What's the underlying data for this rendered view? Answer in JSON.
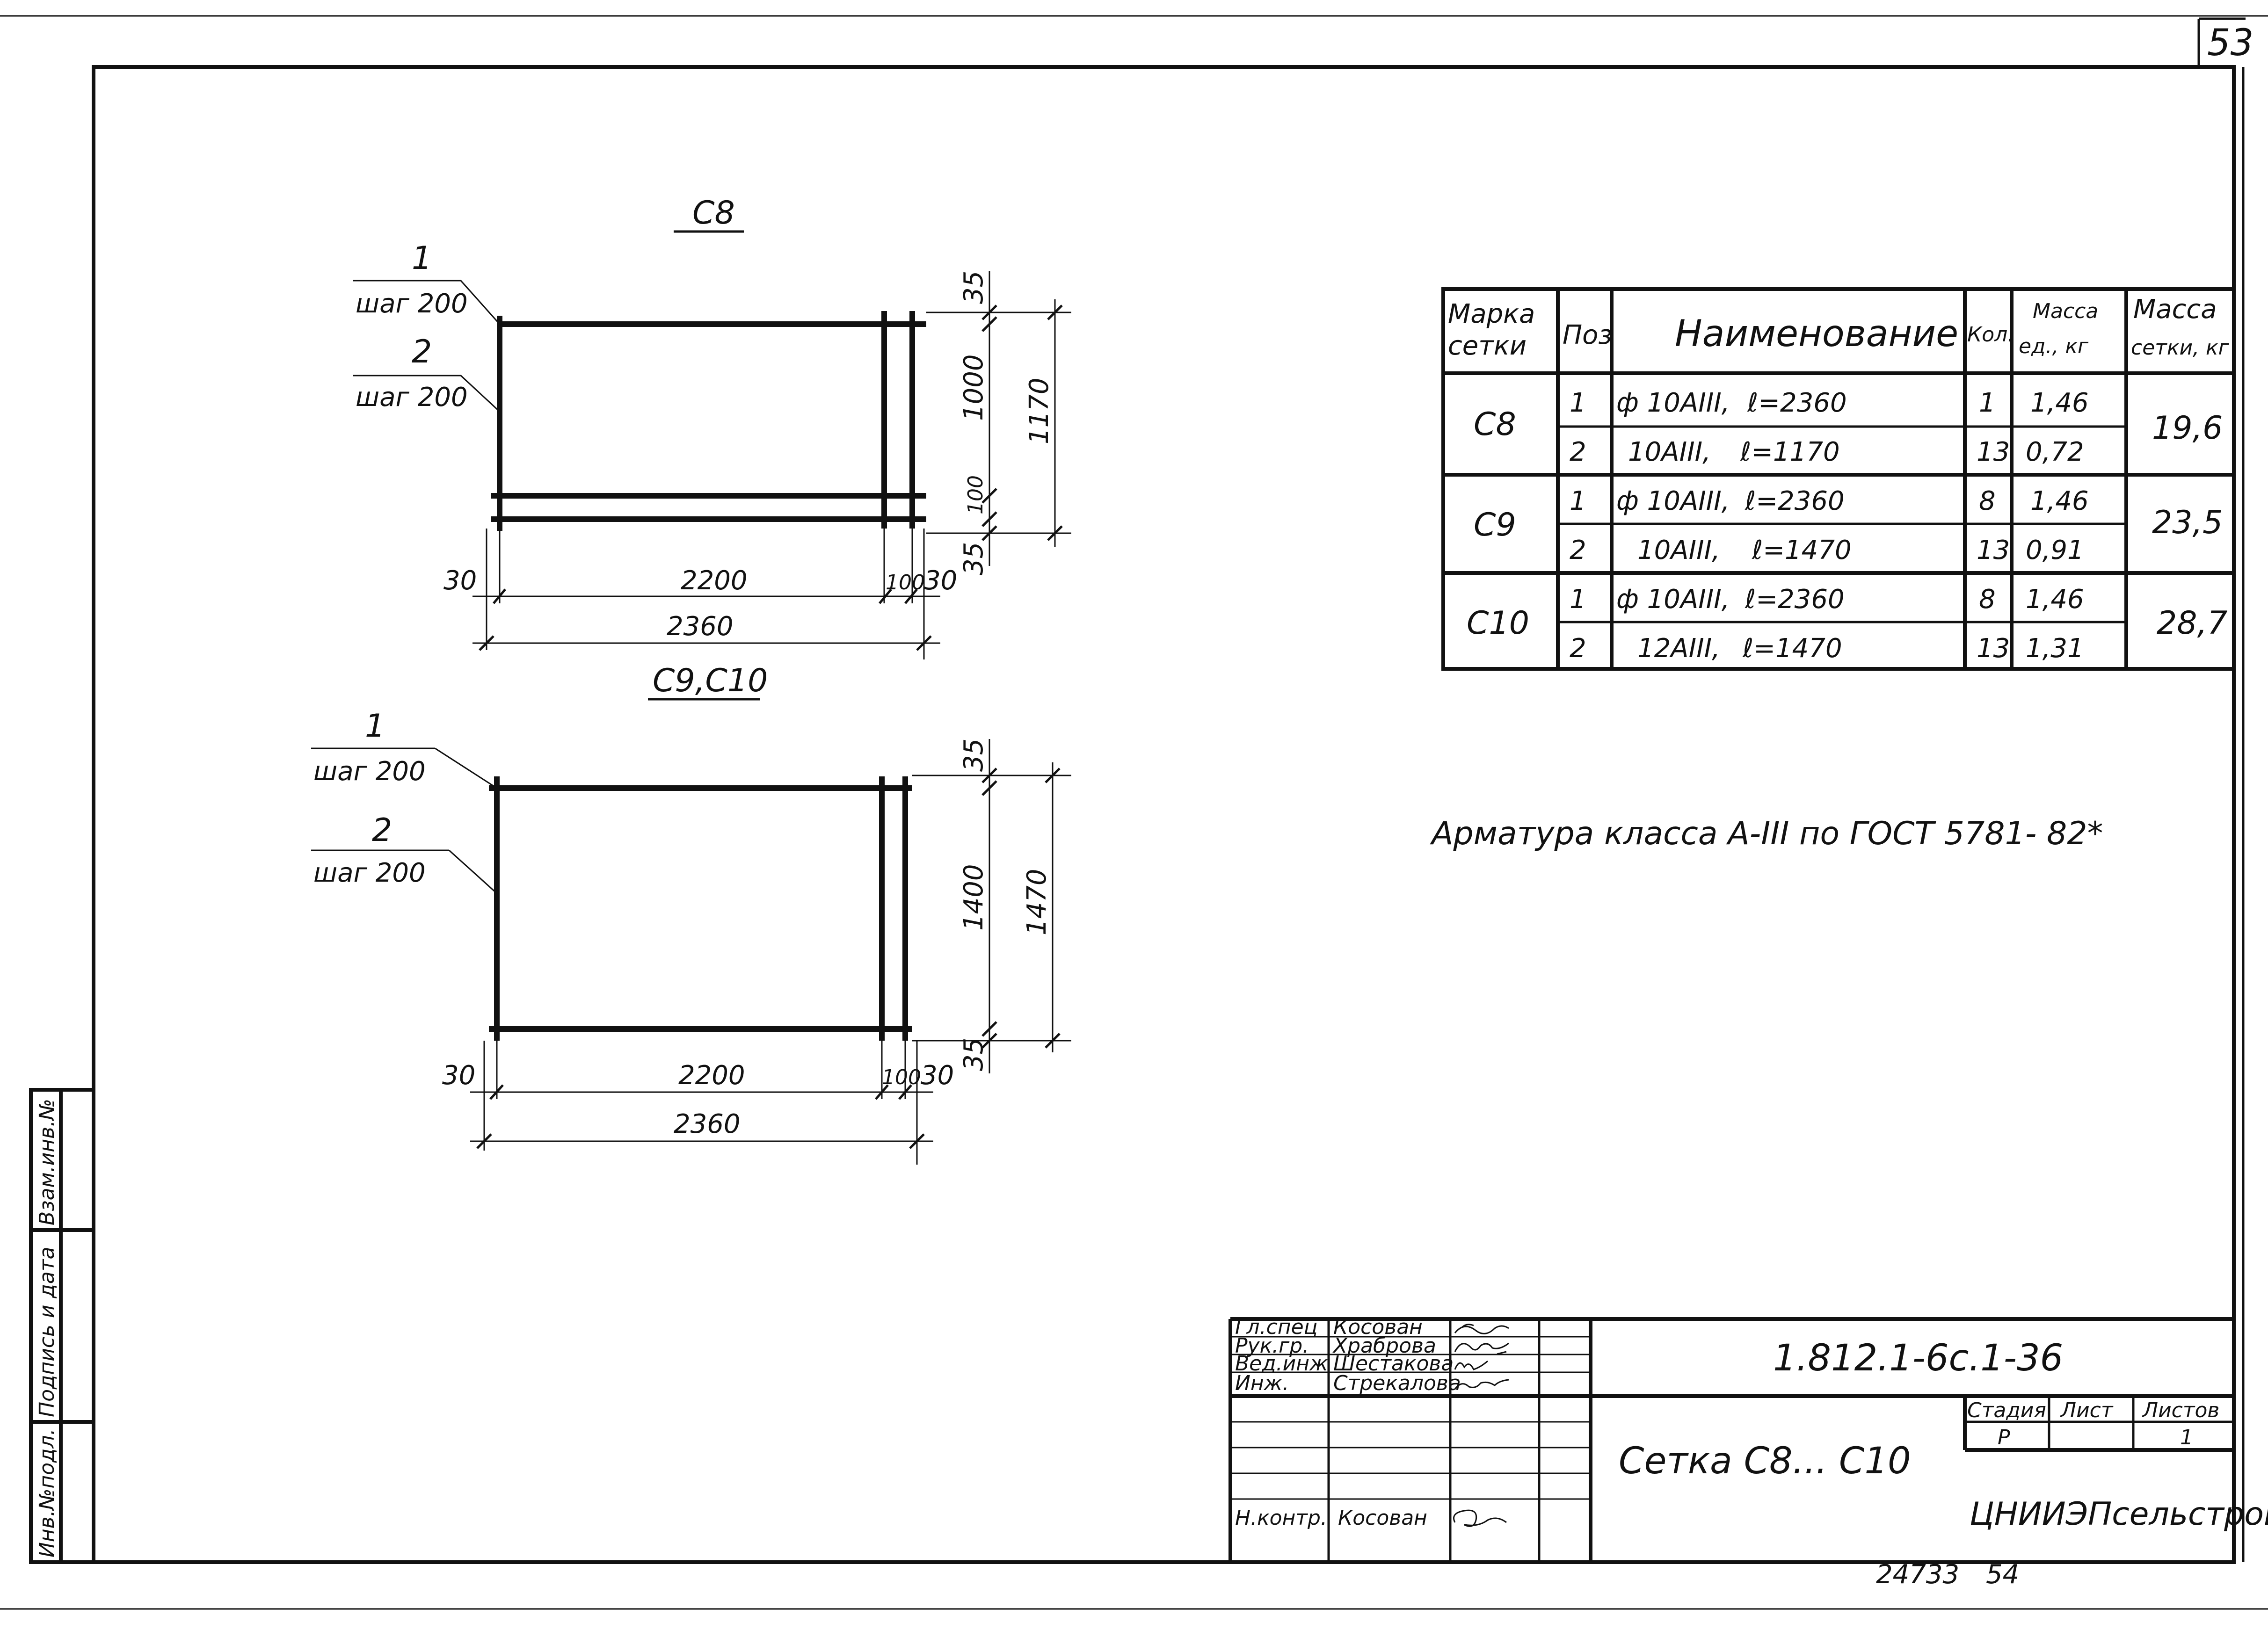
{
  "sheet_number": "53",
  "drawing_c8": {
    "title": "С8",
    "callout_1_num": "1",
    "callout_1_step": "шаг 200",
    "callout_2_num": "2",
    "callout_2_step": "шаг 200",
    "dim_35_top": "35",
    "dim_1000": "1000",
    "dim_1170": "1170",
    "dim_100_v": "100",
    "dim_35_bottom": "35",
    "dim_30_left": "30",
    "dim_2200": "2200",
    "dim_100_h": "100",
    "dim_30_right": "30",
    "dim_2360": "2360"
  },
  "drawing_c9c10": {
    "title": "С9,С10",
    "callout_1_num": "1",
    "callout_1_step": "шаг 200",
    "callout_2_num": "2",
    "callout_2_step": "шаг 200",
    "dim_35_top": "35",
    "dim_1400": "1400",
    "dim_1470": "1470",
    "dim_35_bottom": "35",
    "dim_30_left": "30",
    "dim_2200": "2200",
    "dim_100_h": "100",
    "dim_30_right": "30",
    "dim_2360": "2360"
  },
  "spec_table": {
    "headers": {
      "mark": "Марка сетки",
      "mark_l1": "Марка",
      "mark_l2": "сетки",
      "pos": "Поз",
      "name": "Наименование",
      "qty": "Кол.",
      "mass_item_l1": "Масса",
      "mass_item_l2": "ед., кг",
      "mass_mesh_l1": "Масса",
      "mass_mesh_l2": "сетки, кг"
    },
    "groups": [
      {
        "mark": "С8",
        "mass_mesh": "19,6",
        "rows": [
          {
            "pos": "1",
            "name": "ф 10АIII,",
            "length": "ℓ=2360",
            "qty": "1",
            "mass": "1,46"
          },
          {
            "pos": "2",
            "name": "10АIII,",
            "length": "ℓ=1170",
            "qty": "13",
            "mass": "0,72"
          }
        ]
      },
      {
        "mark": "С9",
        "mass_mesh": "23,5",
        "rows": [
          {
            "pos": "1",
            "name": "ф 10АIII,",
            "length": "ℓ=2360",
            "qty": "8",
            "mass": "1,46"
          },
          {
            "pos": "2",
            "name": "10АIII,",
            "length": "ℓ=1470",
            "qty": "13",
            "mass": "0,91"
          }
        ]
      },
      {
        "mark": "С10",
        "mass_mesh": "28,7",
        "rows": [
          {
            "pos": "1",
            "name": "ф 10АIII,",
            "length": "ℓ=2360",
            "qty": "8",
            "mass": "1,46"
          },
          {
            "pos": "2",
            "name": "12АIII,",
            "length": "ℓ=1470",
            "qty": "13",
            "mass": "1,31"
          }
        ]
      }
    ]
  },
  "note": "Арматура класса А-III по ГОСТ 5781- 82*",
  "left_strip": {
    "inv_podl": "Инв.№подл.",
    "podpis": "Подпись и дата",
    "vzam": "Взам.инв.№"
  },
  "title_block": {
    "roles": [
      "Гл.спец",
      "Рук.гр.",
      "Вед.инж",
      "Инж.",
      "",
      "",
      "Н.контр."
    ],
    "names": [
      "Косован",
      "Храброва",
      "Шестакова",
      "Стрекалова",
      "",
      "",
      "Косован"
    ],
    "designation": "1.812.1-6с.1-36",
    "title": "Сетка С8... С10",
    "stage_label": "Стадия",
    "sheet_label": "Лист",
    "sheets_label": "Листов",
    "stage_value": "Р",
    "sheet_value": "",
    "sheets_value": "1",
    "organization": "ЦНИИЭПсельстрой"
  },
  "footer": {
    "archive_number": "24733",
    "page_number": "54"
  }
}
